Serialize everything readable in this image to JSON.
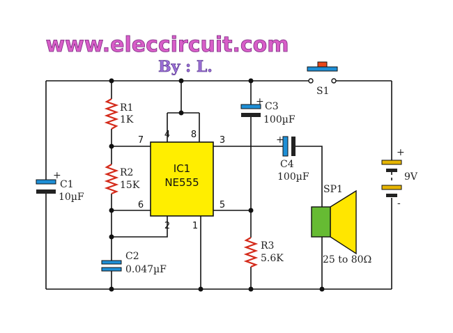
{
  "header": {
    "site": "www.eleccircuit.com",
    "author": "By : L."
  },
  "colors": {
    "site_text": "#d85ec8",
    "author_text": "#9b6fd6",
    "text_outline": "#7a2a80",
    "ic_fill": "#ffee00",
    "resistor": "#d42a1a",
    "capacitor_plate": "#1e8fd6",
    "switch": "#e8471a",
    "battery": "#e6b500",
    "speaker_magnet": "#66bb33",
    "speaker_cone": "#ffe600"
  },
  "components": {
    "r1": {
      "ref": "R1",
      "value": "1K"
    },
    "r2": {
      "ref": "R2",
      "value": "15K"
    },
    "r3": {
      "ref": "R3",
      "value": "5.6K"
    },
    "c1": {
      "ref": "C1",
      "value": "10µF",
      "polarity": "+"
    },
    "c2": {
      "ref": "C2",
      "value": "0.047µF"
    },
    "c3": {
      "ref": "C3",
      "value": "100µF",
      "polarity": "+"
    },
    "c4": {
      "ref": "C4",
      "value": "100µF",
      "polarity": "+"
    },
    "ic1": {
      "ref": "IC1",
      "part": "NE555"
    },
    "s1": {
      "ref": "S1"
    },
    "sp1": {
      "ref": "SP1",
      "value": "25 to 80Ω"
    },
    "battery": {
      "value": "9V",
      "plus": "+",
      "minus": "-"
    }
  },
  "ic_pins": {
    "p4": "4",
    "p8": "8",
    "p7": "7",
    "p3": "3",
    "p6": "6",
    "p5": "5",
    "p2": "2",
    "p1": "1"
  }
}
